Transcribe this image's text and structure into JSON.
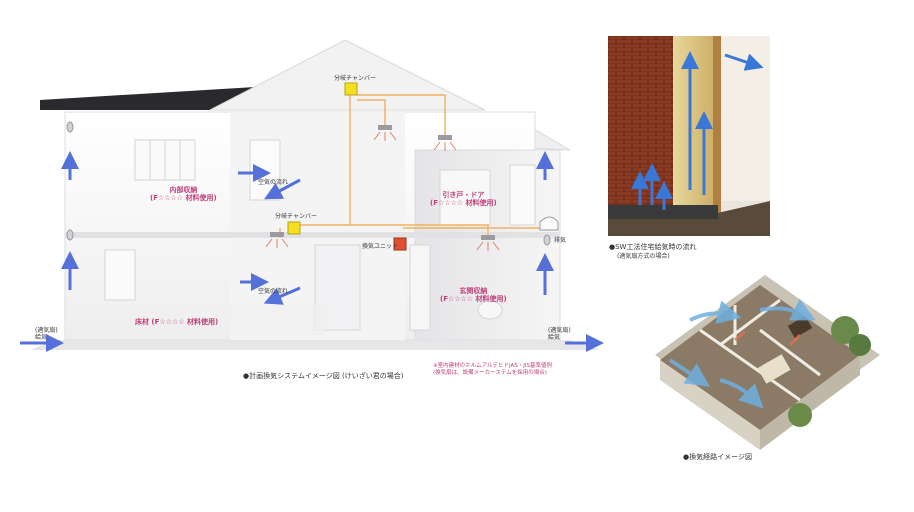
{
  "house": {
    "chamber_top": "分岐チャンバー",
    "chamber_mid": "分岐チャンバー",
    "air_flow_upper": "空気の流れ",
    "air_flow_lower": "空気の流れ",
    "vent_unit": "換気ユニット",
    "exhaust": "排気",
    "supply_left": [
      "(適気扇)",
      "給気"
    ],
    "supply_right": [
      "(適気扇)",
      "給気"
    ],
    "zone_closet": [
      "内部収納",
      "(F☆☆☆☆ 材料使用)"
    ],
    "zone_door": [
      "引き戸・ドア",
      "(F☆☆☆☆ 材料使用)"
    ],
    "zone_floor": [
      "床材 (F☆☆☆☆ 材料使用)"
    ],
    "zone_entry": [
      "玄関収納",
      "(F☆☆☆☆ 材料使用)"
    ],
    "caption": "●計画換気システムイメージ図 (けいざい君の場合)",
    "footnote": [
      "※室内建材のホルムアルデヒドJAS・JIS基準値例",
      "(換気扇は、設備メーカーステムを採用の場合)"
    ]
  },
  "wall_section": {
    "caption": "●SW工法住宅給気時の流れ",
    "sub": "(適気扇方式の場合)"
  },
  "isometric": {
    "caption": "●換気経路イメージ図"
  },
  "colors": {
    "duct": "#f0b060",
    "chamber": "#f5e020",
    "unit": "#e05030",
    "arrow": "#5570d8",
    "label_pink": "#c0407a"
  }
}
